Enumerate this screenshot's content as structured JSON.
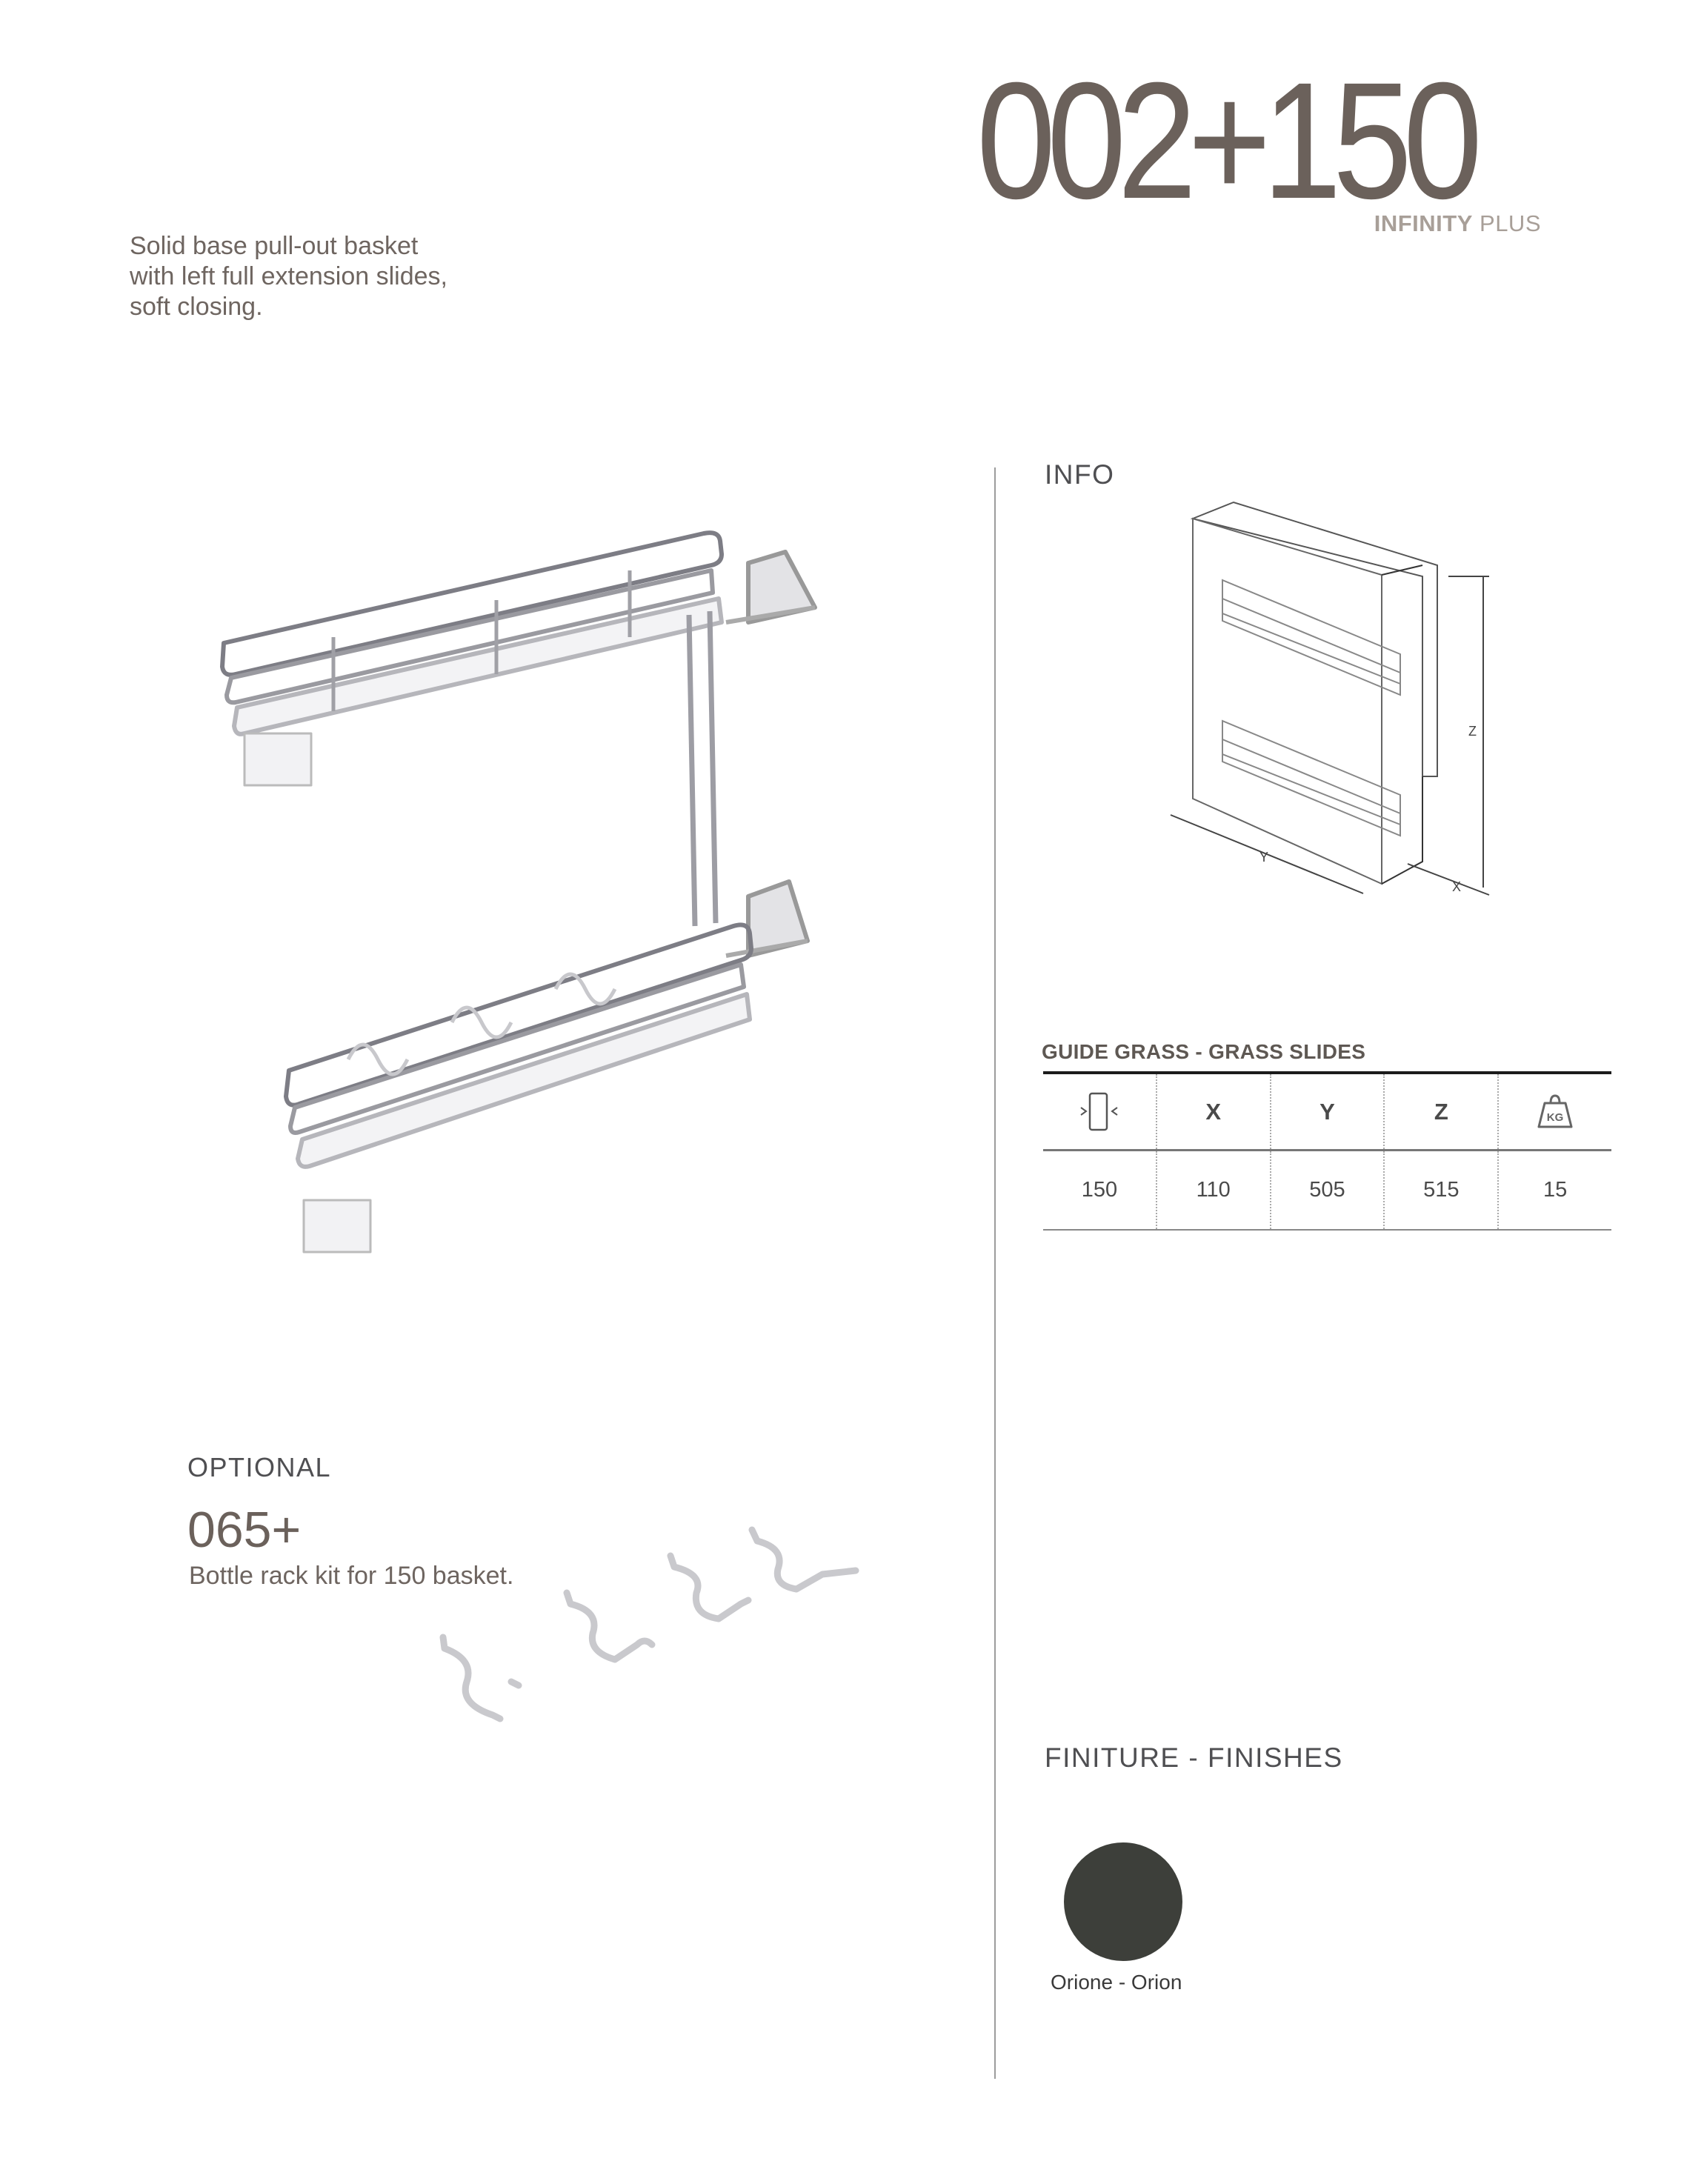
{
  "header": {
    "product_code": "002+150",
    "series_bold": "INFINITY",
    "series_light": "PLUS"
  },
  "description": [
    "Solid base pull-out basket",
    "with left full extension slides,",
    "soft closing."
  ],
  "info": {
    "heading": "INFO",
    "diagram_labels": {
      "x": "X",
      "y": "Y",
      "z": "Z"
    }
  },
  "table": {
    "title": "GUIDE GRASS - GRASS SLIDES",
    "headers": [
      {
        "icon": "cabinet-width-icon",
        "label": ""
      },
      {
        "label": "X"
      },
      {
        "label": "Y"
      },
      {
        "label": "Z"
      },
      {
        "icon": "weight-kg-icon",
        "label": "KG"
      }
    ],
    "rows": [
      [
        "150",
        "110",
        "505",
        "515",
        "15"
      ]
    ]
  },
  "optional": {
    "heading": "OPTIONAL",
    "code": "065+",
    "description": "Bottle rack kit for 150 basket."
  },
  "finishes": {
    "heading": "FINITURE - FINISHES",
    "items": [
      {
        "label": "Orione - Orion",
        "color": "#3d3f3a"
      }
    ]
  }
}
